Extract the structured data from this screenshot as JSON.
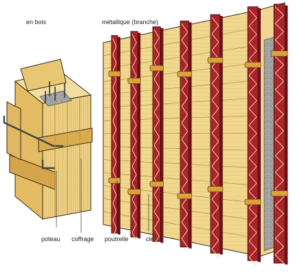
{
  "titles": {
    "wood": "en bois",
    "metal": "métallique (branche)"
  },
  "callouts": {
    "post": "poteau",
    "formwork": "coffrage",
    "beam": "poutrelle",
    "key": "clé"
  },
  "colors": {
    "wood_light": "#f0d58c",
    "wood_mid": "#e2bb62",
    "wood_dark": "#b98a3a",
    "steel_red": "#a8242a",
    "steel_dark": "#6d1418",
    "clamp_gold": "#d9a23c",
    "concrete": "#9a9a9a",
    "outline": "#3a2a14"
  }
}
